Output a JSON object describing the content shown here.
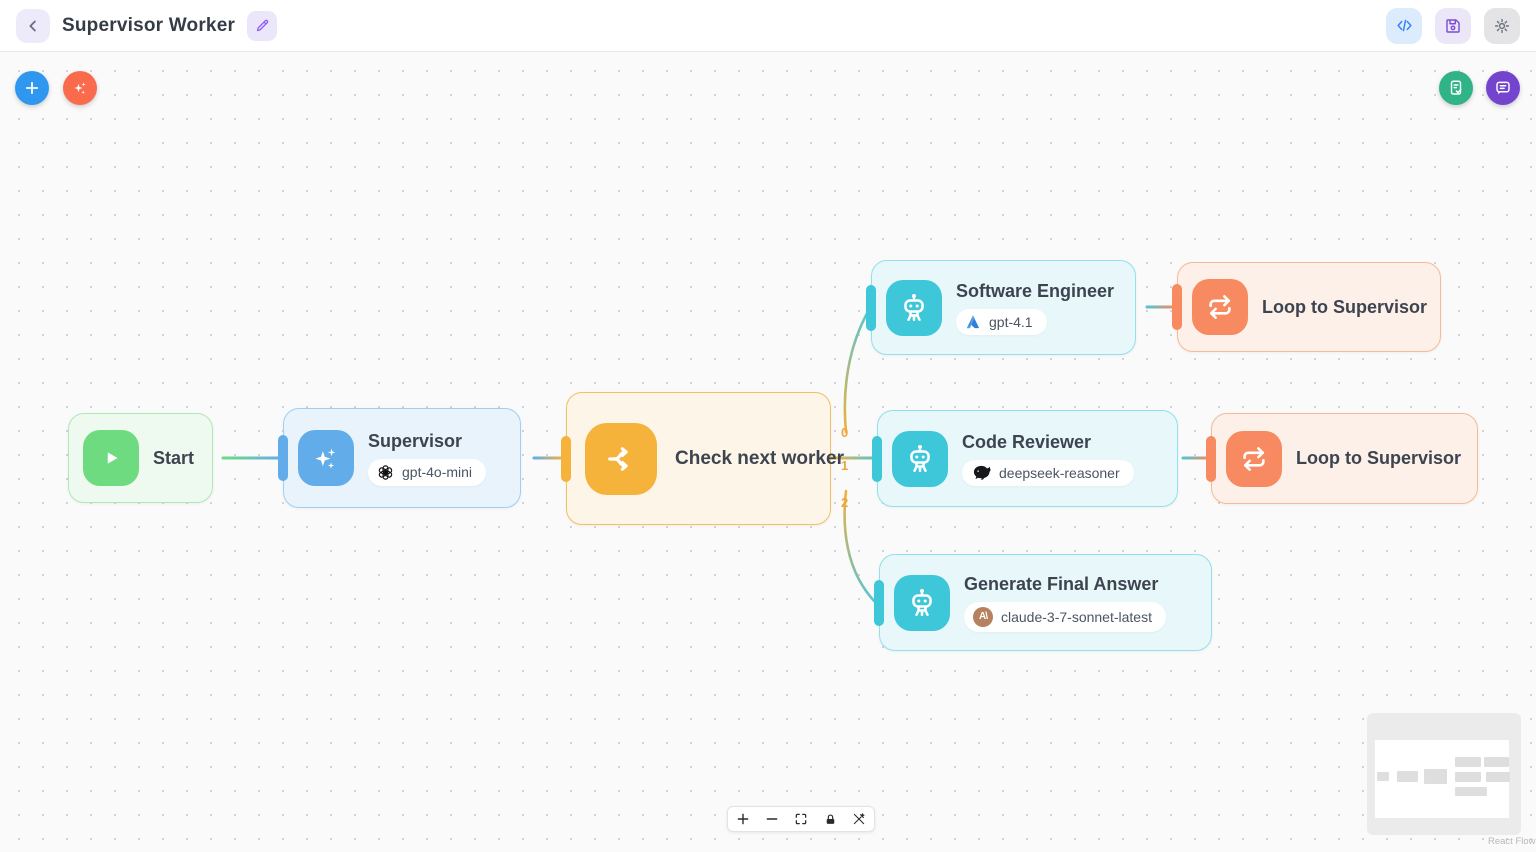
{
  "header": {
    "title": "Supervisor Worker"
  },
  "nodes": {
    "start": {
      "title": "Start"
    },
    "supervisor": {
      "title": "Supervisor",
      "model": "gpt-4o-mini",
      "provider": "openai"
    },
    "check_next_worker": {
      "title": "Check next worker"
    },
    "software_engineer": {
      "title": "Software Engineer",
      "model": "gpt-4.1",
      "provider": "azure"
    },
    "code_reviewer": {
      "title": "Code Reviewer",
      "model": "deepseek-reasoner",
      "provider": "deepseek"
    },
    "generate_final_answer": {
      "title": "Generate Final Answer",
      "model": "claude-3-7-sonnet-latest",
      "provider": "anthropic"
    },
    "loop_to_supervisor_top": {
      "title": "Loop to Supervisor"
    },
    "loop_to_supervisor_bottom": {
      "title": "Loop to Supervisor"
    }
  },
  "edge_labels": {
    "to_software_engineer": "0",
    "to_code_reviewer": "1",
    "to_generate_final_answer": "2"
  },
  "anthropic_glyph": "A\\",
  "attribution": "React Flow",
  "colors": {
    "start_green": "#6fdb80",
    "supervisor_blue": "#62ade9",
    "router_amber": "#f5b33c",
    "worker_teal": "#3ec6d9",
    "loop_salmon": "#f78a60",
    "edge_label_orange": "#efa63b",
    "fab_plus_blue": "#2f97ef",
    "fab_sparkle_orange": "#fa6a4d",
    "fab_doc_green": "#2fb387",
    "fab_chat_purple": "#7444cf"
  }
}
